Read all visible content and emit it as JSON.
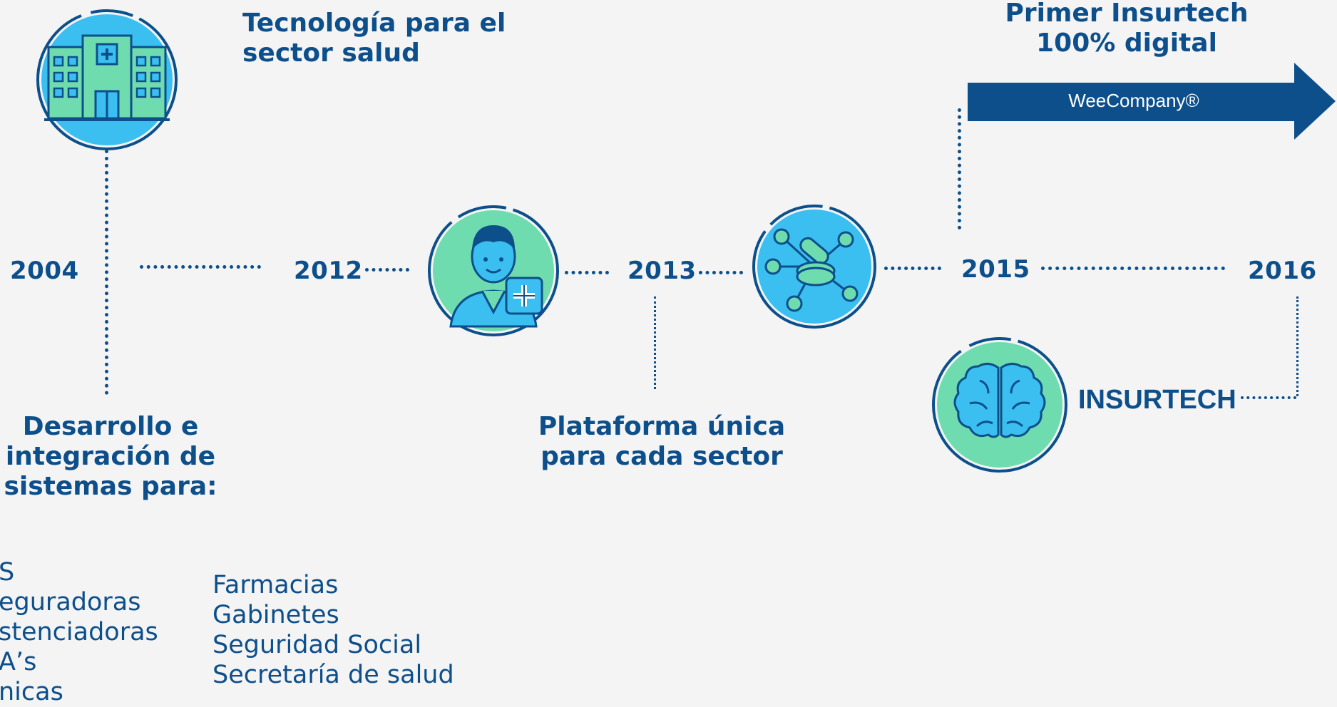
{
  "colors": {
    "primary": "#0d4f8b",
    "accent_blue": "#3bbff0",
    "accent_green": "#6fdcb0",
    "background": "#f4f4f4"
  },
  "header": {
    "health_tech_title_line1": "Tecnología para el",
    "health_tech_title_line2": "sector salud",
    "insurtech_title_line1": "Primer Insurtech",
    "insurtech_title_line2": "100% digital"
  },
  "arrow": {
    "label": "WeeCompany®"
  },
  "timeline": {
    "years": [
      "2004",
      "2012",
      "2013",
      "2015",
      "2016"
    ]
  },
  "milestones": {
    "m2004": {
      "line1": "Desarrollo e",
      "line2": "integración de",
      "line3": "sistemas para:"
    },
    "m2013": {
      "line1": "Plataforma única",
      "line2": "para cada sector"
    },
    "m2016": {
      "label": "INSURTECH"
    }
  },
  "sectors": {
    "left_column": [
      "S",
      "eguradoras",
      "stenciadoras",
      "A’s",
      "nicas"
    ],
    "right_column": [
      "Farmacias",
      "Gabinetes",
      "Seguridad Social",
      "Secretaría de salud"
    ]
  },
  "icons": {
    "hospital": "hospital-icon",
    "doctor": "doctor-icon",
    "network": "pill-network-icon",
    "brain": "brain-icon"
  }
}
